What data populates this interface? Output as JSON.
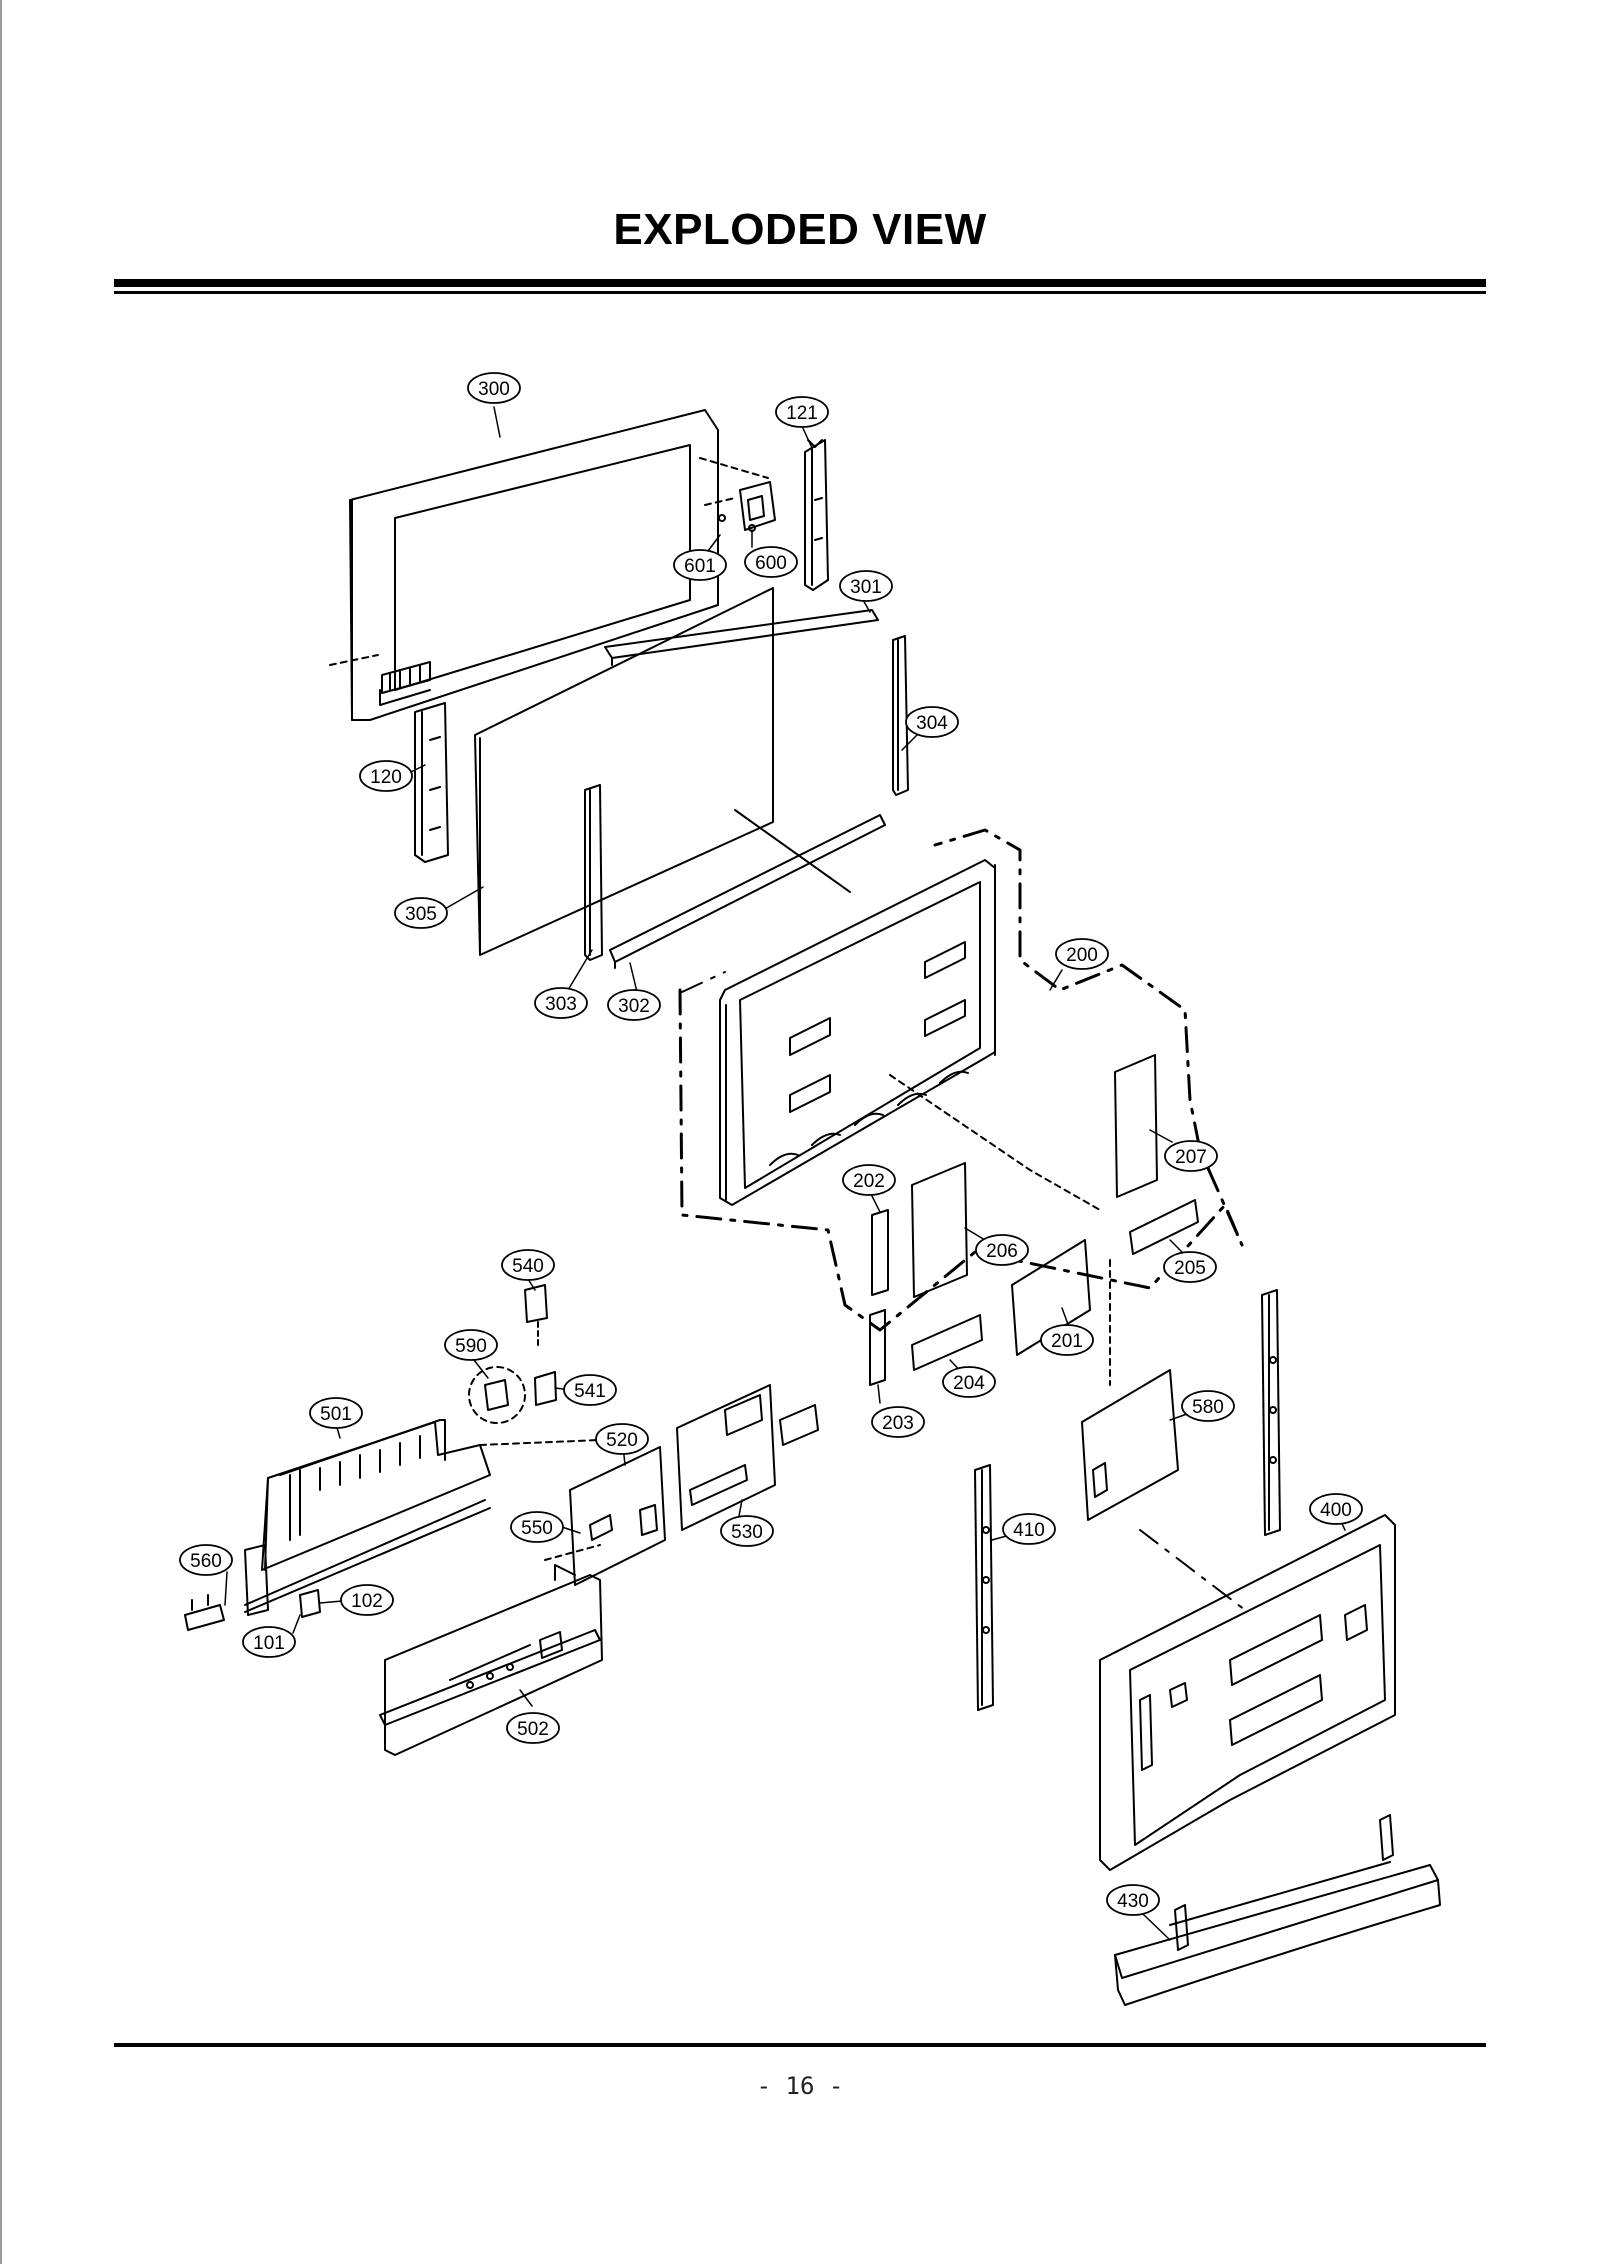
{
  "title": "EXPLODED VIEW",
  "page_number": "- 16 -",
  "callouts": [
    {
      "id": "300",
      "label": "300"
    },
    {
      "id": "121",
      "label": "121"
    },
    {
      "id": "601",
      "label": "601"
    },
    {
      "id": "600",
      "label": "600"
    },
    {
      "id": "301",
      "label": "301"
    },
    {
      "id": "304",
      "label": "304"
    },
    {
      "id": "120",
      "label": "120"
    },
    {
      "id": "305",
      "label": "305"
    },
    {
      "id": "303",
      "label": "303"
    },
    {
      "id": "302",
      "label": "302"
    },
    {
      "id": "200",
      "label": "200"
    },
    {
      "id": "207",
      "label": "207"
    },
    {
      "id": "202",
      "label": "202"
    },
    {
      "id": "206",
      "label": "206"
    },
    {
      "id": "205",
      "label": "205"
    },
    {
      "id": "201",
      "label": "201"
    },
    {
      "id": "204",
      "label": "204"
    },
    {
      "id": "203",
      "label": "203"
    },
    {
      "id": "540",
      "label": "540"
    },
    {
      "id": "590",
      "label": "590"
    },
    {
      "id": "541",
      "label": "541"
    },
    {
      "id": "501",
      "label": "501"
    },
    {
      "id": "520",
      "label": "520"
    },
    {
      "id": "550",
      "label": "550"
    },
    {
      "id": "530",
      "label": "530"
    },
    {
      "id": "580",
      "label": "580"
    },
    {
      "id": "410",
      "label": "410"
    },
    {
      "id": "400",
      "label": "400"
    },
    {
      "id": "560",
      "label": "560"
    },
    {
      "id": "102",
      "label": "102"
    },
    {
      "id": "101",
      "label": "101"
    },
    {
      "id": "502",
      "label": "502"
    },
    {
      "id": "430",
      "label": "430"
    }
  ]
}
